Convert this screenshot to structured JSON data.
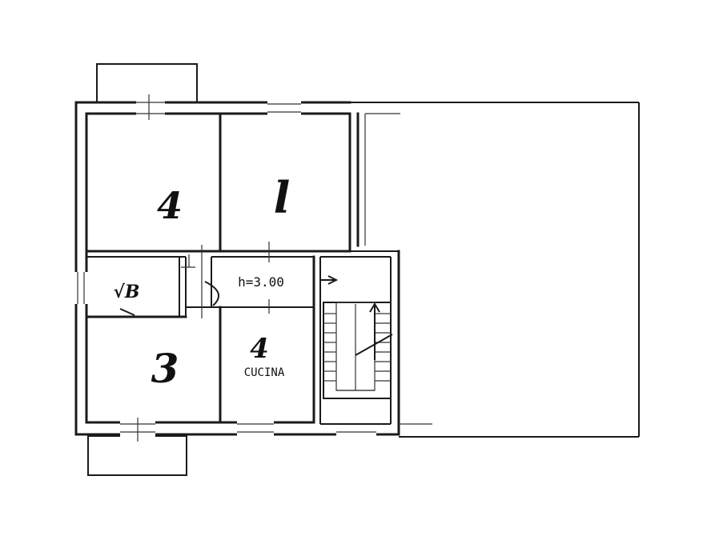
{
  "rooms": {
    "room_1": "4",
    "room_2": "l",
    "room_3": "3",
    "room_4": "4",
    "bath": "√B",
    "corridor_height": "h=3.00",
    "kitchen": "CUCINA"
  }
}
